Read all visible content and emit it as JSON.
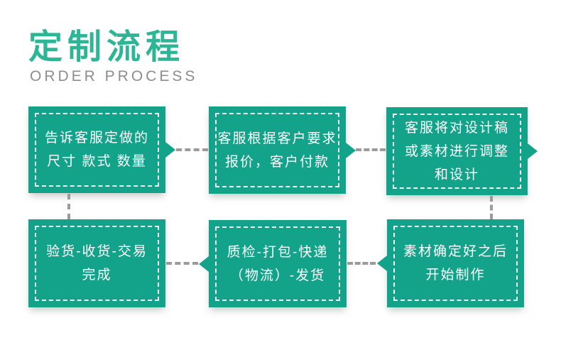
{
  "header": {
    "title": "定制流程",
    "subtitle": "ORDER PROCESS"
  },
  "colors": {
    "title_green": "#2cb695",
    "box_green": "#13a38a",
    "box_text_white": "#ffffff",
    "connector_gray": "#9b9b9b",
    "subtitle_gray": "#8d8d8d"
  },
  "flow": {
    "boxes": [
      {
        "text": "告诉客服定做的\n尺寸 款式 数量"
      },
      {
        "text": "客服根据客户要求\n报价，客户付款"
      },
      {
        "text": "客服将对设计稿\n或素材进行调整\n和设计"
      },
      {
        "text": "验货-收货-交易\n完成"
      },
      {
        "text": "质检-打包-快递\n（物流）-发货"
      },
      {
        "text": "素材确定好之后\n开始制作"
      }
    ]
  }
}
